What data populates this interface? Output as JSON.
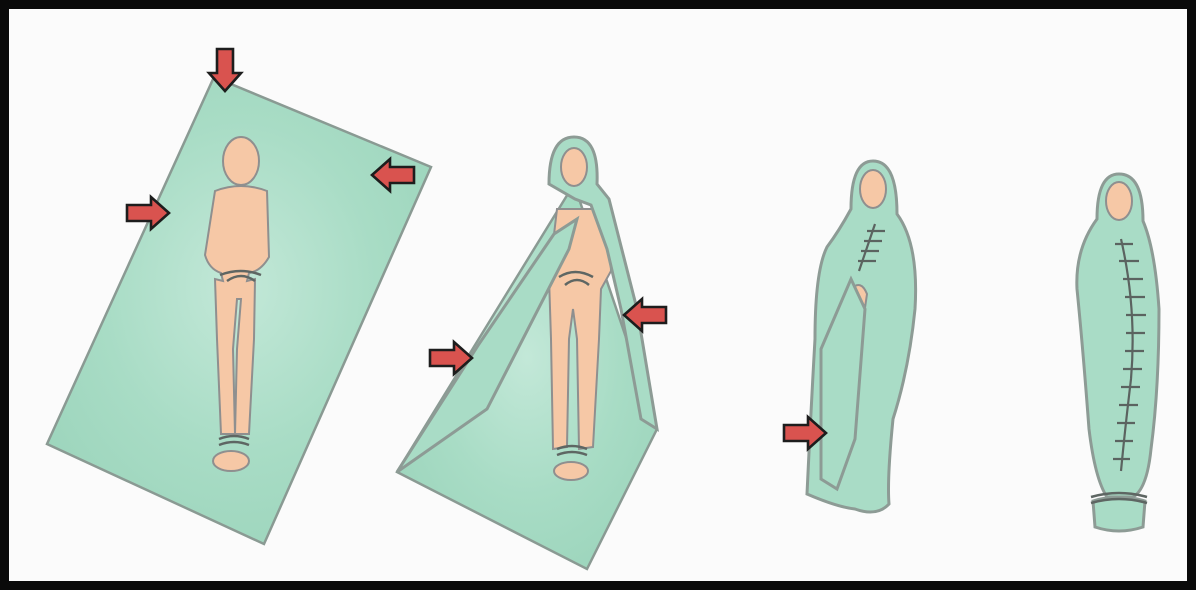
{
  "figure": {
    "steps": [
      {
        "step": 1,
        "subject": "figure-lying-on-sheet",
        "arrows": 3
      },
      {
        "step": 2,
        "subject": "sheet-folded-over-figure",
        "arrows": 2
      },
      {
        "step": 3,
        "subject": "sheet-wrapped-partially-stitched",
        "arrows": 1
      },
      {
        "step": 4,
        "subject": "fully-stitched-shroud",
        "arrows": 0
      }
    ],
    "colors": {
      "sheet": "#a9dcc6",
      "skin": "#f6c8a6",
      "arrow_fill": "#d9534f",
      "arrow_outline": "#1d1d1d",
      "border": "#0a0a0a"
    },
    "icons": [
      "arrow-down-icon",
      "arrow-right-icon",
      "arrow-left-icon"
    ]
  }
}
